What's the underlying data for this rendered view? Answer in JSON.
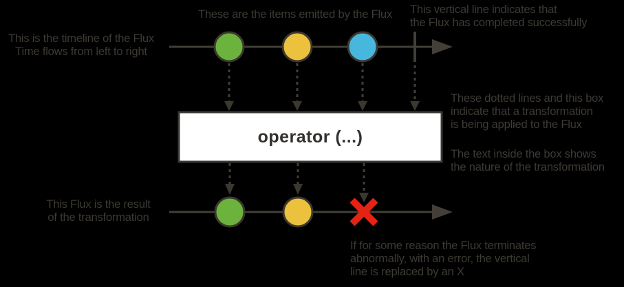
{
  "colors": {
    "background": "#000000",
    "timeline": "#443e38",
    "annotation_text": "#3e3a34",
    "marble_green": "#6cb33e",
    "marble_yellow": "#ecc13e",
    "marble_blue": "#47b7dd",
    "marble_stroke": "#3b382f",
    "error_red": "#e42313",
    "operator_box_bg": "#ffffff",
    "operator_box_border": "#3a3a35",
    "operator_text": "#33302d"
  },
  "operator_box": {
    "label": "operator (...)"
  },
  "notes": {
    "timeline": "This is the timeline of the Flux\nTime flows from left to right",
    "items": "These are the items emitted by the Flux",
    "completion": "This vertical line indicates that\nthe Flux has completed successfully",
    "transformation": "These dotted lines and this box\nindicate that a transformation\nis being applied to the Flux",
    "box_text": "The text inside the box shows\nthe nature of the transformation",
    "result": "This Flux is the result\nof the transformation",
    "error": "If for some reason the Flux terminates\nabnormally, with an error, the vertical\nline is replaced by an X"
  },
  "marbles": {
    "source": [
      "green",
      "yellow",
      "blue"
    ],
    "result": [
      "green",
      "yellow"
    ]
  }
}
